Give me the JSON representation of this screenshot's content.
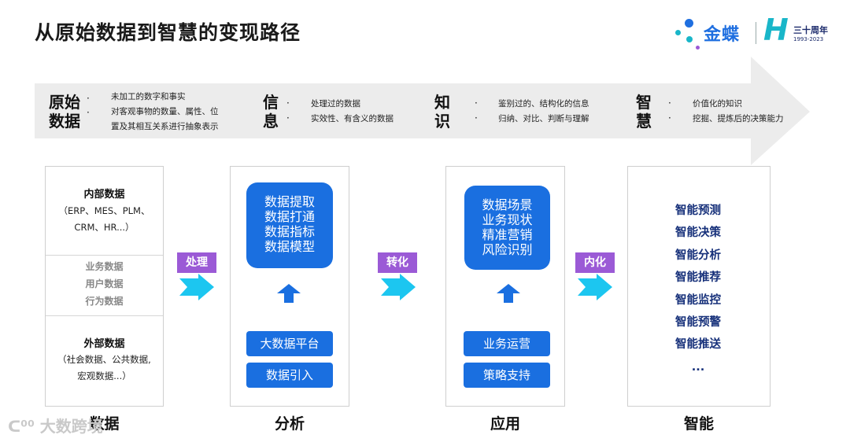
{
  "title": "从原始数据到智慧的变现路径",
  "logo": {
    "brand": "金蝶",
    "anniversary": "三十周年",
    "years": "1993-2023"
  },
  "banner": {
    "stages": [
      {
        "name_lines": [
          "原始",
          "数据"
        ],
        "bullets": [
          "未加工的数字和事实",
          "对客观事物的数量、属性、位",
          "置及其相互关系进行抽象表示"
        ]
      },
      {
        "name_lines": [
          "信",
          "息"
        ],
        "bullets": [
          "处理过的数据",
          "实效性、有含义的数据"
        ]
      },
      {
        "name_lines": [
          "知",
          "识"
        ],
        "bullets": [
          "鉴别过的、结构化的信息",
          "归纳、对比、判断与理解"
        ]
      },
      {
        "name_lines": [
          "智",
          "慧"
        ],
        "bullets": [
          "价值化的知识",
          "挖掘、提炼后的决策能力"
        ]
      }
    ]
  },
  "columns": {
    "data": {
      "label": "数据",
      "internal_title": "内部数据",
      "internal_sub": [
        "（ERP、MES、PLM、",
        "CRM、HR...）"
      ],
      "middle": [
        "业务数据",
        "用户数据",
        "行为数据"
      ],
      "external_title": "外部数据",
      "external_sub": [
        "（社会数据、公共数据,",
        "宏观数据...）"
      ]
    },
    "analysis": {
      "label": "分析",
      "box": [
        "数据提取",
        "数据打通",
        "数据指标",
        "数据模型"
      ],
      "buttons": [
        "大数据平台",
        "数据引入"
      ]
    },
    "application": {
      "label": "应用",
      "box": [
        "数据场景",
        "业务现状",
        "精准营销",
        "风险识别"
      ],
      "buttons": [
        "业务运营",
        "策略支持"
      ]
    },
    "smart": {
      "label": "智能",
      "items": [
        "智能预测",
        "智能决策",
        "智能分析",
        "智能推荐",
        "智能监控",
        "智能预警",
        "智能推送",
        "..."
      ]
    }
  },
  "transitions": [
    "处理",
    "转化",
    "内化"
  ],
  "watermark": "大数跨境",
  "colors": {
    "primary_blue": "#1a6fe0",
    "purple_tag": "#9b5ad6",
    "cyan_arrow": "#1cc6f0",
    "banner_gray": "#ececec",
    "navy_text": "#16307a"
  }
}
